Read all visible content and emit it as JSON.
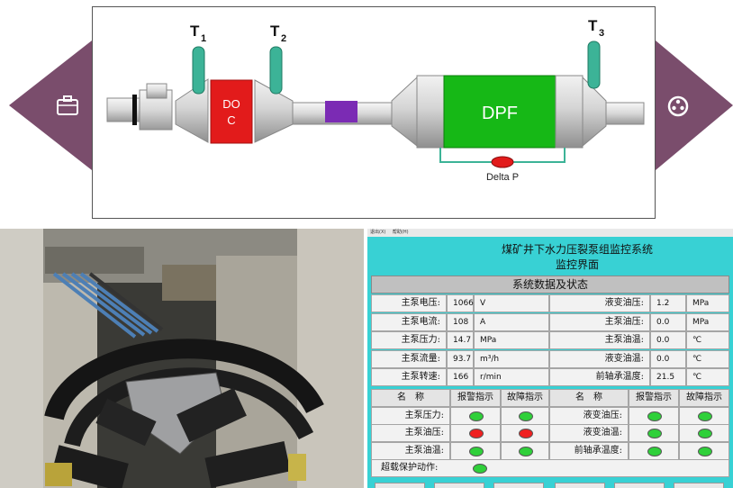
{
  "diagram": {
    "sensor_t1": "T",
    "sensor_t1_sub": "1",
    "sensor_t2": "T",
    "sensor_t2_sub": "2",
    "sensor_t3": "T",
    "sensor_t3_sub": "3",
    "doc_line1": "DO",
    "doc_line2": "C",
    "dpf_label": "DPF",
    "delta_label": "Delta P",
    "colors": {
      "doc": "#e21b1b",
      "dpf": "#16b816",
      "sensor": "#3cb397",
      "connector": "#7b2bb4",
      "nav": "#7a4d6c"
    }
  },
  "nav": {
    "left_icon": "briefcase-icon",
    "right_icon": "film-reel-icon"
  },
  "hmi": {
    "menu": [
      "退出(X)",
      "帮助(H)"
    ],
    "title_line1": "煤矿井下水力压裂泵组监控系统",
    "title_line2": "监控界面",
    "section_title": "系统数据及状态",
    "readings": [
      {
        "left_label": "主泵电压:",
        "left_value": "1066",
        "left_unit": "V",
        "right_label": "液变油压:",
        "right_value": "1.2",
        "right_unit": "MPa"
      },
      {
        "left_label": "主泵电流:",
        "left_value": "108",
        "left_unit": "A",
        "right_label": "主泵油压:",
        "right_value": "0.0",
        "right_unit": "MPa"
      },
      {
        "left_label": "主泵压力:",
        "left_value": "14.7",
        "left_unit": "MPa",
        "right_label": "主泵油温:",
        "right_value": "0.0",
        "right_unit": "℃"
      },
      {
        "left_label": "主泵流量:",
        "left_value": "93.7",
        "left_unit": "m³/h",
        "right_label": "液变油温:",
        "right_value": "0.0",
        "right_unit": "℃"
      },
      {
        "left_label": "主泵转速:",
        "left_value": "166",
        "left_unit": "r/min",
        "right_label": "前轴承温度:",
        "right_value": "21.5",
        "right_unit": "℃"
      }
    ],
    "status_header": {
      "name": "名　称",
      "alarm": "报警指示",
      "fault": "故障指示",
      "name2": "名　称",
      "alarm2": "报警指示",
      "fault2": "故障指示"
    },
    "status_rows": [
      {
        "left_name": "主泵压力:",
        "left_alarm": "green",
        "left_fault": "green",
        "right_name": "液变油压:",
        "right_alarm": "green",
        "right_fault": "green"
      },
      {
        "left_name": "主泵油压:",
        "left_alarm": "red",
        "left_fault": "red",
        "right_name": "液变油温:",
        "right_alarm": "green",
        "right_fault": "green"
      },
      {
        "left_name": "主泵油温:",
        "left_alarm": "green",
        "left_fault": "green",
        "right_name": "前轴承温度:",
        "right_alarm": "green",
        "right_fault": "green"
      }
    ],
    "overload_label": "超载保护动作:",
    "overload_state": "green"
  }
}
